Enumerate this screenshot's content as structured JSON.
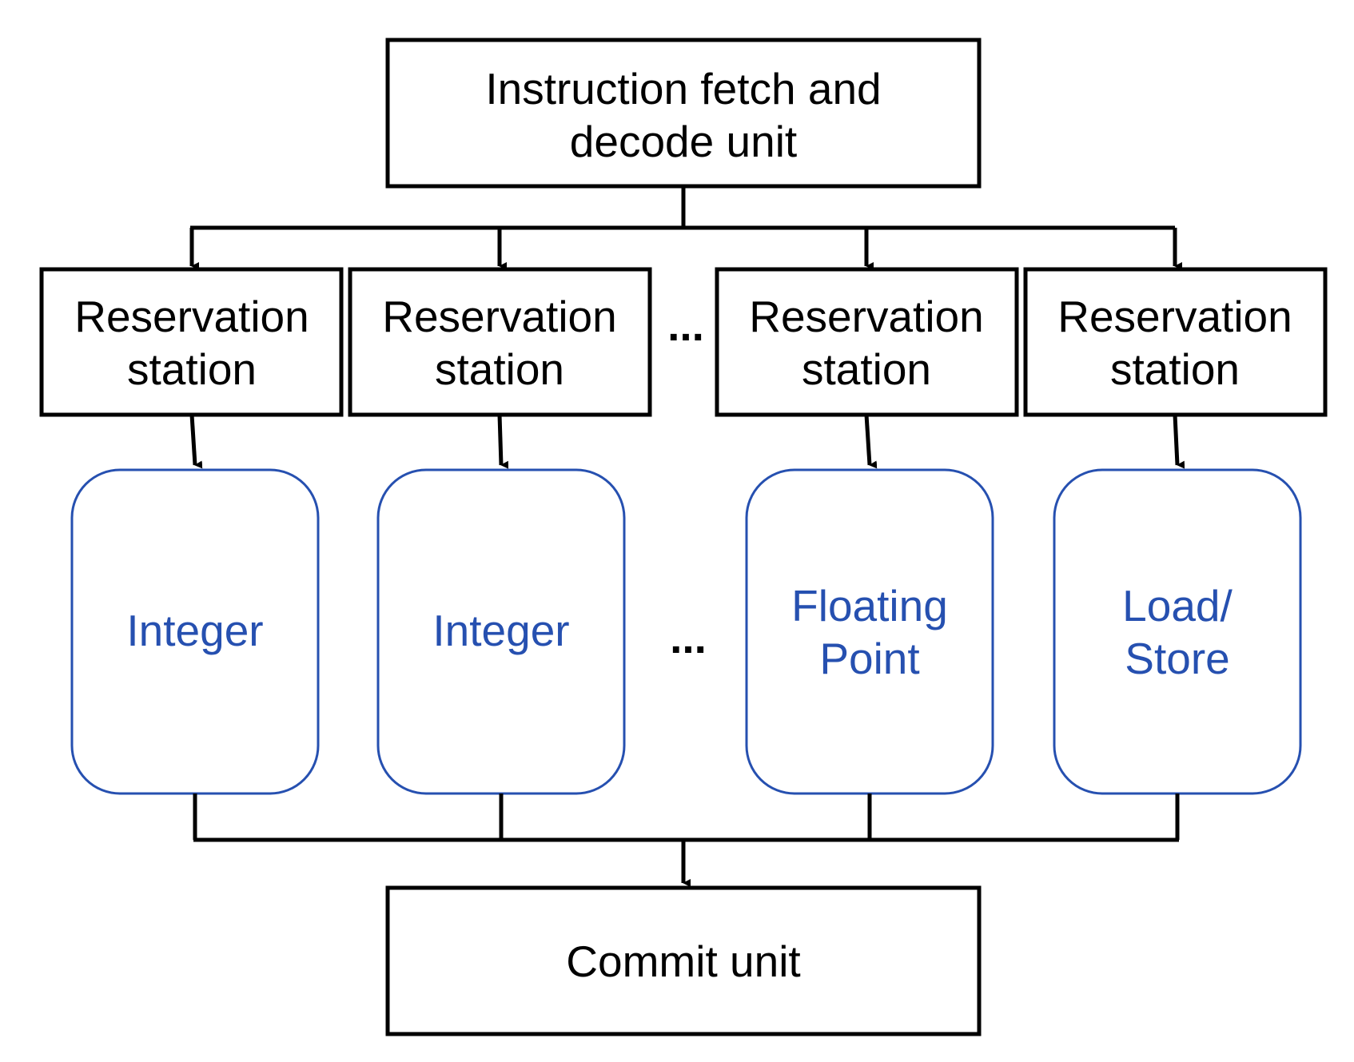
{
  "colors": {
    "box_stroke": "#000000",
    "unit_stroke": "#2650b0",
    "unit_text": "#2650b0",
    "connector": "#000000"
  },
  "fetch_unit": {
    "line1": "Instruction fetch and",
    "line2": "decode unit"
  },
  "reservation_stations": [
    {
      "line1": "Reservation",
      "line2": "station"
    },
    {
      "line1": "Reservation",
      "line2": "station"
    },
    {
      "line1": "Reservation",
      "line2": "station"
    },
    {
      "line1": "Reservation",
      "line2": "station"
    }
  ],
  "execution_units": [
    {
      "line1": "Integer",
      "line2": ""
    },
    {
      "line1": "Integer",
      "line2": ""
    },
    {
      "line1": "Floating",
      "line2": "Point"
    },
    {
      "line1": "Load/",
      "line2": "Store"
    }
  ],
  "ellipsis": "...",
  "commit_unit": {
    "label": "Commit unit"
  }
}
